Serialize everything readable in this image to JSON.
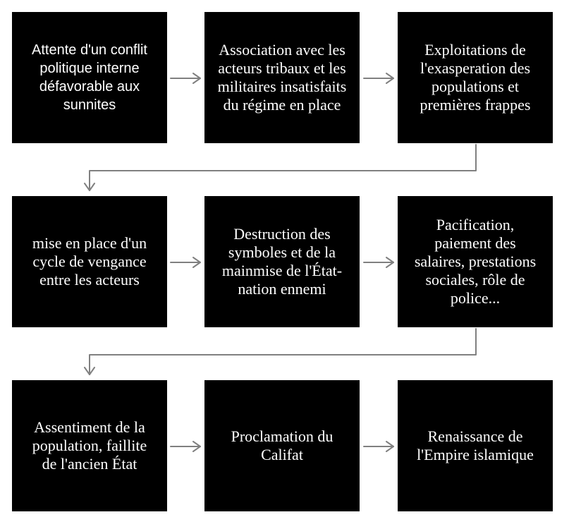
{
  "diagram": {
    "steps": [
      {
        "label": "Attente d'un conflit politique interne défavorable aux sunnites"
      },
      {
        "label": "Association avec les acteurs tribaux et les militaires  insatisfaits du régime en place"
      },
      {
        "label": "Exploitations de l'exasperation des populations et premières frappes"
      },
      {
        "label": "mise en place d'un cycle de vengance entre les acteurs"
      },
      {
        "label": "Destruction des symboles et de la mainmise de l'État-nation ennemi"
      },
      {
        "label": "Pacification, paiement des salaires, prestations sociales, rôle de police..."
      },
      {
        "label": "Assentiment de la population, faillite  de l'ancien État"
      },
      {
        "label": "Proclamation du Califat"
      },
      {
        "label": "Renaissance de l'Empire islamique"
      }
    ],
    "colors": {
      "box_fill": "#000000",
      "box_text": "#ffffff",
      "arrow": "#808080",
      "background": "#ffffff"
    }
  }
}
